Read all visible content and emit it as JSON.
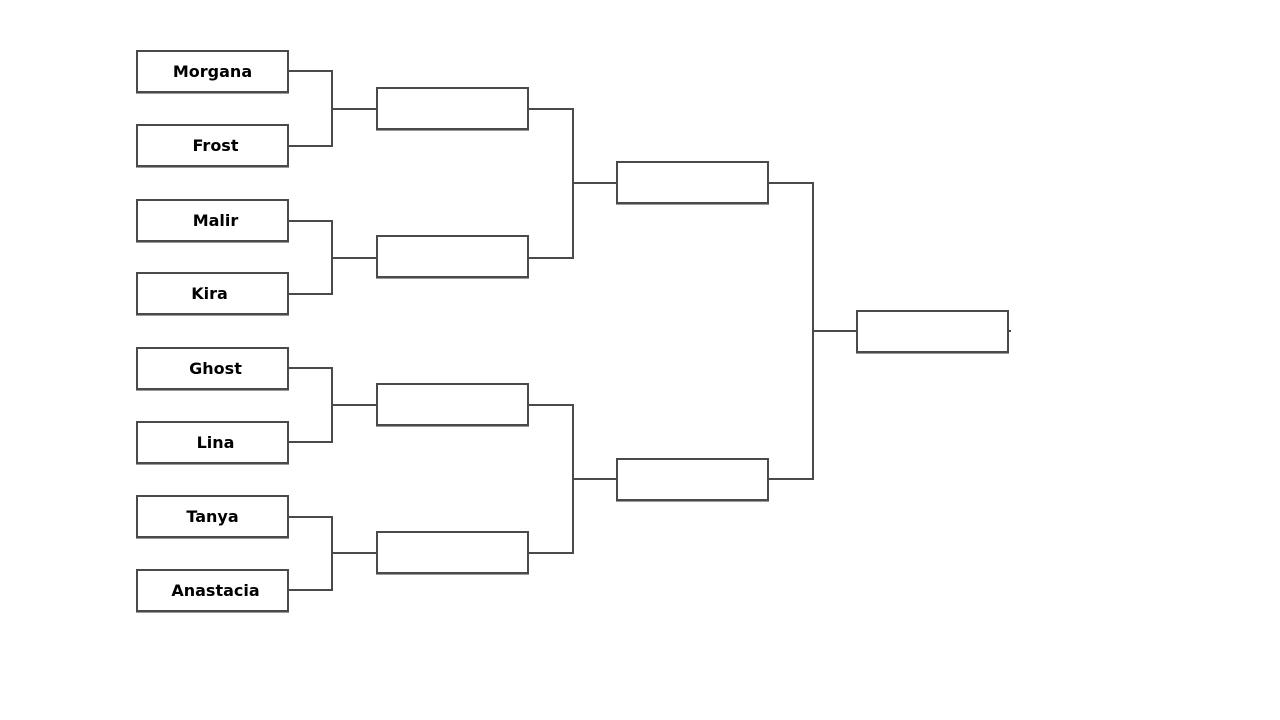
{
  "bracket": {
    "round1": [
      {
        "name": "Morgana"
      },
      {
        "name": "Frost"
      },
      {
        "name": "Malir"
      },
      {
        "name": "Kira"
      },
      {
        "name": "Ghost"
      },
      {
        "name": "Lina"
      },
      {
        "name": "Tanya"
      },
      {
        "name": "Anastacia"
      }
    ],
    "round2": [
      {
        "name": ""
      },
      {
        "name": ""
      },
      {
        "name": ""
      },
      {
        "name": ""
      }
    ],
    "round3": [
      {
        "name": ""
      },
      {
        "name": ""
      }
    ],
    "final": [
      {
        "name": ""
      }
    ],
    "line_color": "#4a4a4a"
  }
}
